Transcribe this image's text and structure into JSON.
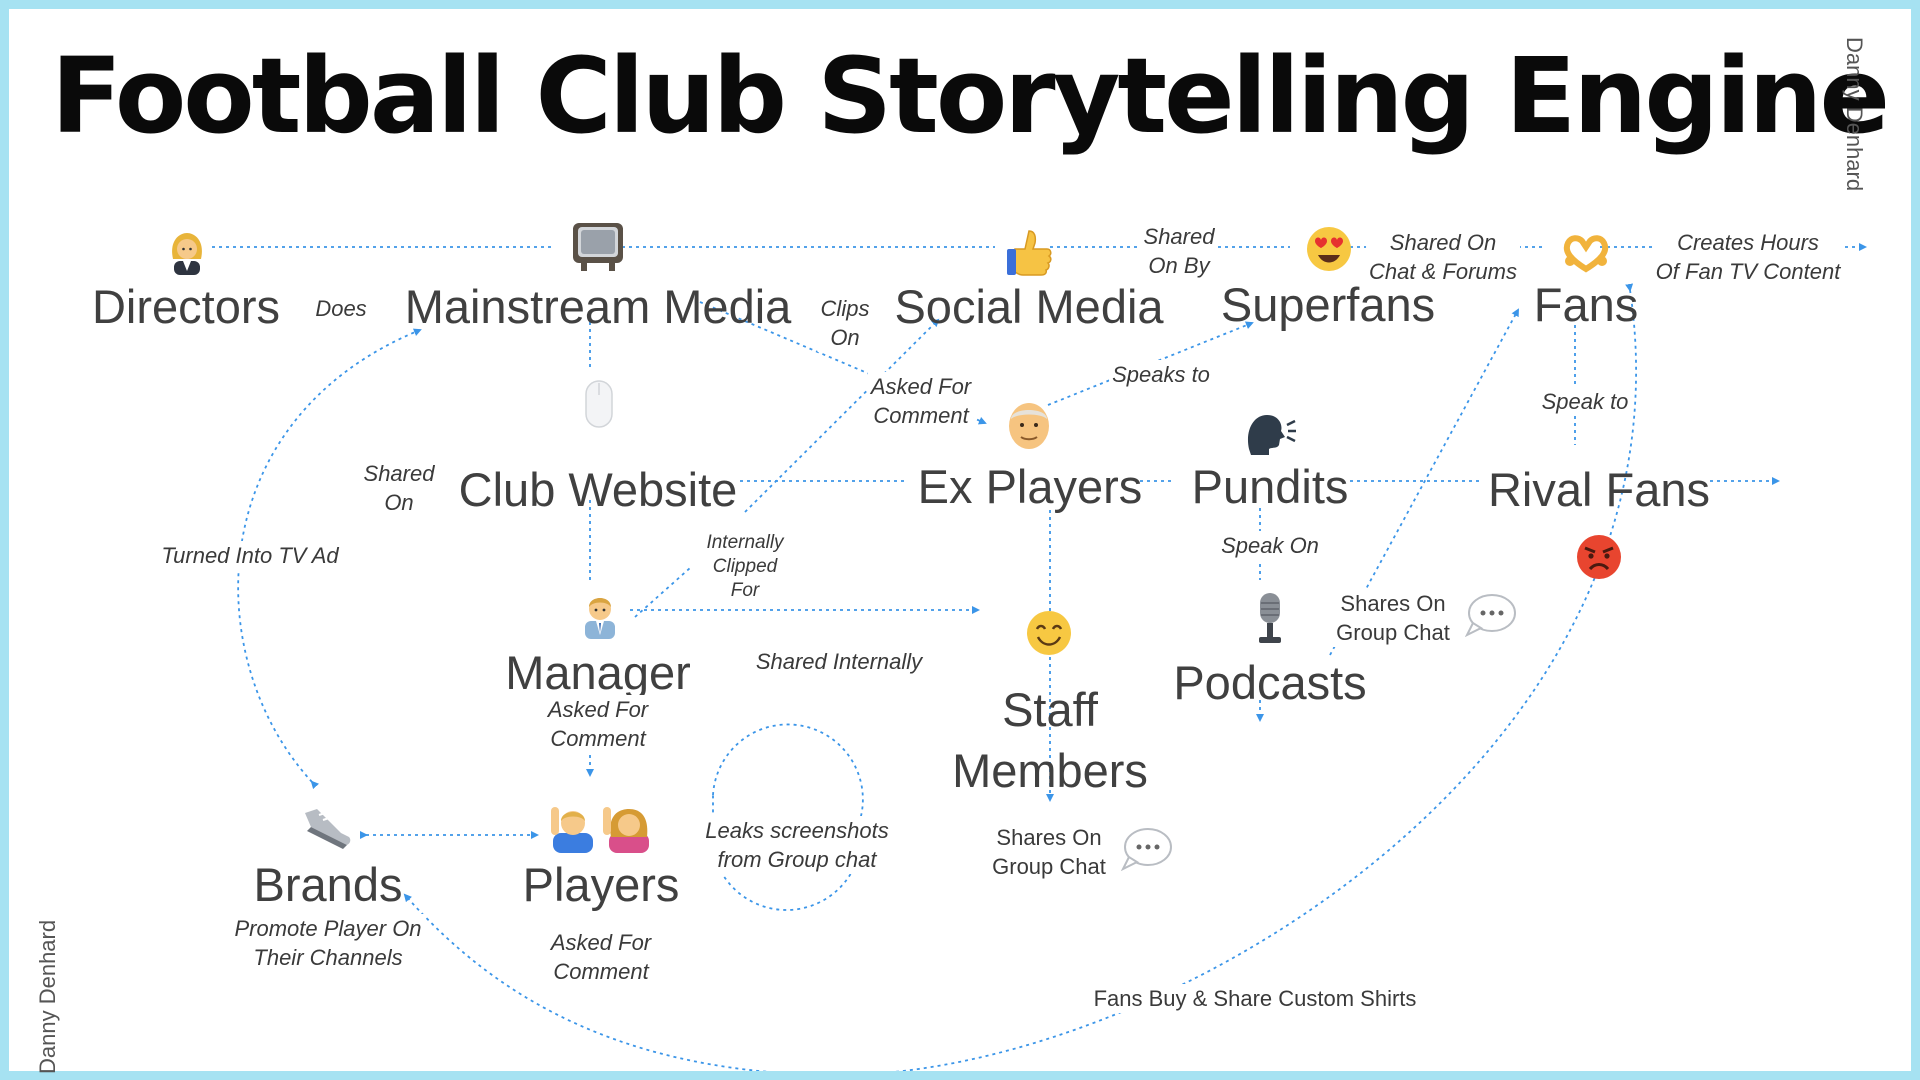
{
  "title": "Football Club Storytelling Engine",
  "credit": "Danny Denhard",
  "nodes": {
    "directors": "Directors",
    "mainstream_media": "Mainstream Media",
    "social_media": "Social Media",
    "superfans": "Superfans",
    "fans": "Fans",
    "club_website": "Club Website",
    "ex_players": "Ex Players",
    "pundits": "Pundits",
    "rival_fans": "Rival Fans",
    "manager": "Manager",
    "staff_members_1": "Staff",
    "staff_members_2": "Members",
    "podcasts": "Podcasts",
    "brands": "Brands",
    "players": "Players"
  },
  "labels": {
    "does": "Does",
    "clips_on_1": "Clips",
    "clips_on_2": "On",
    "shared_on_by_1": "Shared",
    "shared_on_by_2": "On By",
    "shared_chat_1": "Shared On",
    "shared_chat_2": "Chat & Forums",
    "creates_1": "Creates Hours",
    "creates_2": "Of Fan TV Content",
    "asked_comment_1": "Asked For",
    "asked_comment_2": "Comment",
    "speaks_to": "Speaks to",
    "speak_to": "Speak to",
    "shared_on_web_1": "Shared",
    "shared_on_web_2": "On",
    "turned_tv_ad": "Turned Into TV Ad",
    "internally_1": "Internally",
    "internally_2": "Clipped",
    "internally_3": "For",
    "speak_on": "Speak On",
    "shares_group_1": "Shares On",
    "shares_group_2": "Group Chat",
    "shared_internally": "Shared Internally",
    "mgr_asked_1": "Asked For",
    "mgr_asked_2": "Comment",
    "leaks_1": "Leaks screenshots",
    "leaks_2": "from Group chat",
    "staff_shares_1": "Shares On",
    "staff_shares_2": "Group Chat",
    "brands_promote_1": "Promote Player On",
    "brands_promote_2": "Their Channels",
    "players_asked_1": "Asked For",
    "players_asked_2": "Comment",
    "fans_buy": "Fans Buy & Share Custom Shirts"
  },
  "icons": {
    "directors": "woman-office-worker-icon",
    "mainstream_media": "television-icon",
    "social_media": "thumbs-up-icon",
    "superfans": "heart-eyes-face-icon",
    "fans": "heart-hands-icon",
    "club_website": "computer-mouse-icon",
    "ex_players": "older-man-icon",
    "pundits": "speaking-head-icon",
    "rival_fans": "angry-face-icon",
    "manager": "man-office-worker-icon",
    "staff_members": "smiling-face-icon",
    "podcasts": "microphone-icon",
    "brands": "sneaker-icon",
    "players": "raising-hand-icon"
  },
  "colors": {
    "border": "#a6e2f2",
    "arrow": "#3b95e8",
    "node_text": "#404040",
    "title": "#0a0a0a"
  }
}
